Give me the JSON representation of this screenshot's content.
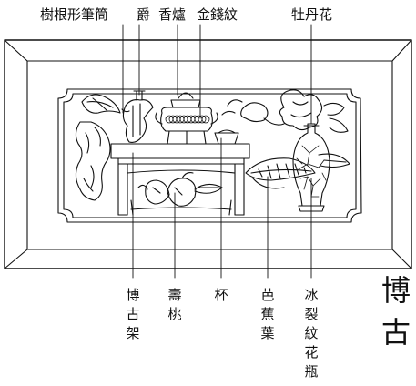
{
  "top_labels": {
    "label_1": "樹根形筆筒",
    "label_2": "爵",
    "label_3": "香爐",
    "label_4": "金錢紋",
    "label_5": "牡丹花"
  },
  "bottom_labels": {
    "label_1": "博古架",
    "label_2": "壽桃",
    "label_3": "杯",
    "label_4": "芭蕉葉",
    "label_5": "冰裂紋花瓶"
  },
  "side_title": "博古"
}
